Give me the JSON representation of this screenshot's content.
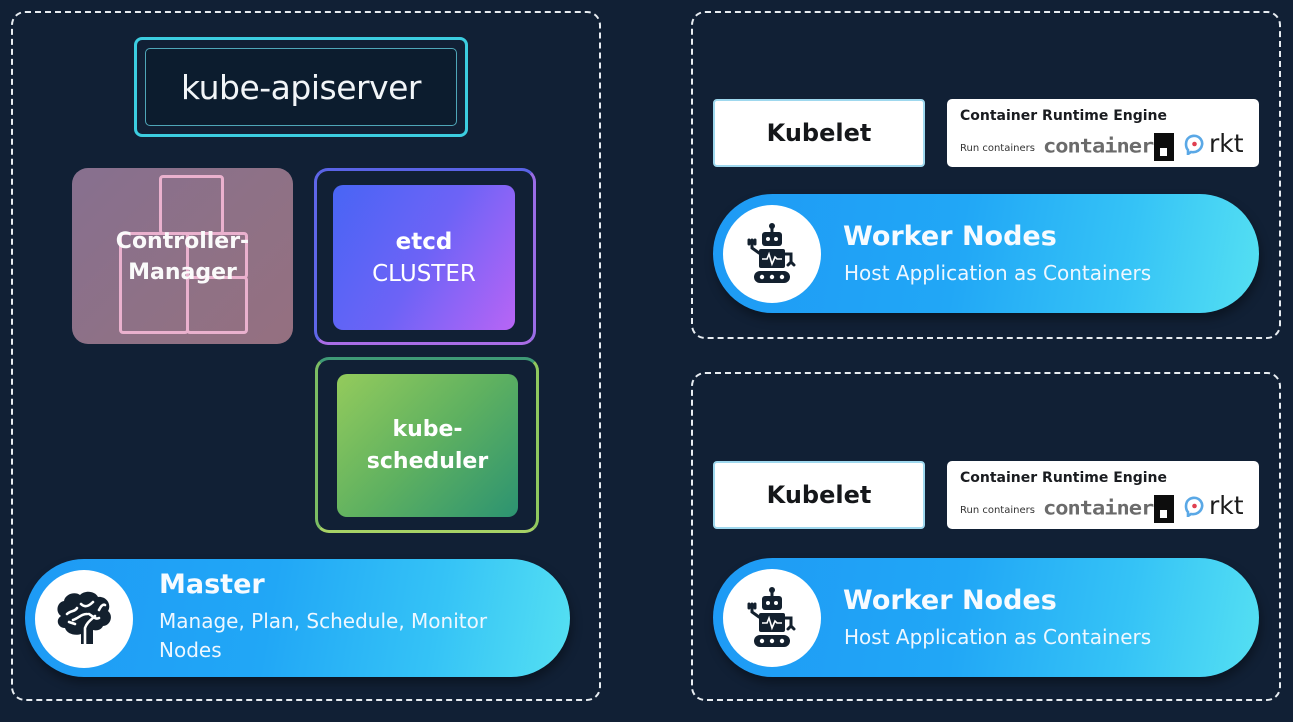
{
  "master": {
    "apiserver_label": "kube-apiserver",
    "controller_manager": {
      "line1": "Controller-",
      "line2": "Manager"
    },
    "etcd": {
      "line1": "etcd",
      "line2": "CLUSTER"
    },
    "scheduler": {
      "line1": "kube-",
      "line2": "scheduler"
    },
    "pill": {
      "icon": "brain-icon",
      "title": "Master",
      "subtitle": "Manage, Plan, Schedule, Monitor Nodes"
    }
  },
  "workers": [
    {
      "kubelet_label": "Kubelet",
      "runtime": {
        "title": "Container Runtime Engine",
        "run_label": "Run containers",
        "containerd_word": "container",
        "rkt_label": "rkt"
      },
      "pill": {
        "icon": "robot-icon",
        "title": "Worker Nodes",
        "subtitle": "Host Application as Containers"
      }
    },
    {
      "kubelet_label": "Kubelet",
      "runtime": {
        "title": "Container Runtime Engine",
        "run_label": "Run containers",
        "containerd_word": "container",
        "rkt_label": "rkt"
      },
      "pill": {
        "icon": "robot-icon",
        "title": "Worker Nodes",
        "subtitle": "Host Application as Containers"
      }
    }
  ],
  "colors": {
    "background": "#112035",
    "apiserver_border": "#3ccde0",
    "controller_fill": "#8f7185",
    "etcd_gradient": [
      "#4865f5",
      "#b865f5"
    ],
    "scheduler_gradient": [
      "#94cb5c",
      "#2c9371"
    ],
    "pill_gradient": [
      "#1e9af5",
      "#55e0f2"
    ]
  }
}
